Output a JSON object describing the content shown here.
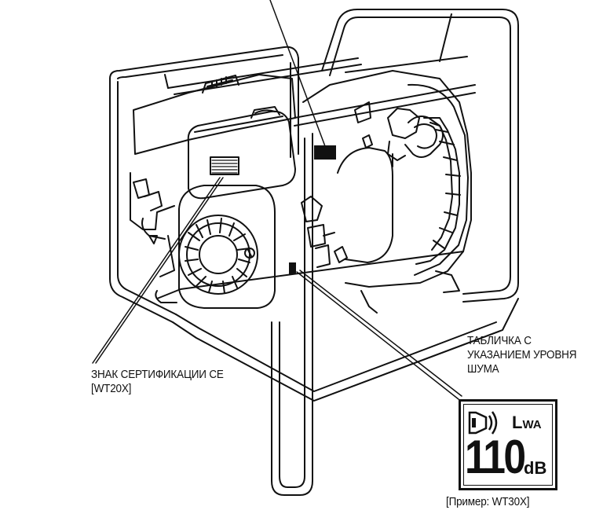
{
  "callouts": {
    "ce_mark": {
      "line1": "ЗНАК СЕРТИФИКАЦИИ СЕ",
      "line2": "[WT20X]"
    },
    "noise_label": {
      "line1": "ТАБЛИЧКА С",
      "line2": "УКАЗАНИЕМ УРОВНЯ",
      "line3": "ШУМА"
    },
    "noise_example": "[Пример: WT30X]"
  },
  "noise_plate": {
    "lwa_main": "L",
    "lwa_sub": "WA",
    "value": "110",
    "unit": "dB",
    "icon": "speaker-icon"
  },
  "colors": {
    "ink": "#111111",
    "background": "#ffffff"
  }
}
